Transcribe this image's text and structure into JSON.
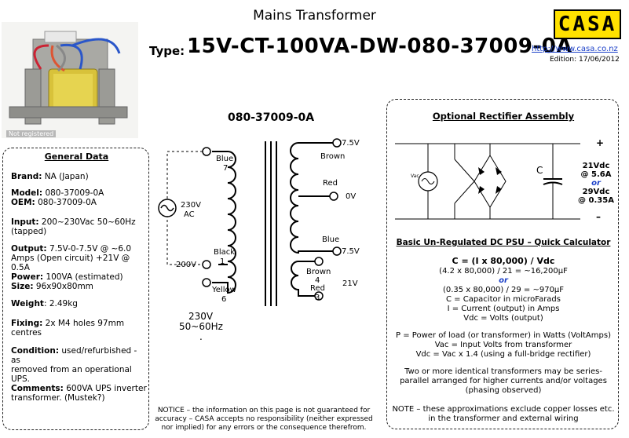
{
  "page": {
    "title": "Mains Transformer",
    "type_label": "Type:",
    "type_value": "15V-CT-100VA-DW-080-37009-0A",
    "logo_text": "CASA",
    "url": "http://www.casa.co.nz",
    "edition": "Edition: 17/06/2012",
    "not_registered": "Not registered"
  },
  "general": {
    "title": "General Data",
    "brand_k": "Brand:",
    "brand_v": " NA (Japan)",
    "model_k": "Model:",
    "model_v": " 080-37009-0A",
    "oem_k": "OEM:",
    "oem_v": " 080-37009-0A",
    "input_k": "Input:",
    "input_v": " 200~230Vac 50~60Hz",
    "input_v2": "(tapped)",
    "output_k": "Output:",
    "output_v": " 7.5V-0-7.5V @ ~6.0",
    "output_v2": "Amps (Open circuit) +21V @ 0.5A",
    "power_k": "Power:",
    "power_v": " 100VA (estimated)",
    "size_k": "Size:",
    "size_v": " 96x90x80mm",
    "weight_k": "Weight",
    "weight_v": ": 2.49kg",
    "fixing_k": "Fixing:",
    "fixing_v": " 2x M4 holes 97mm",
    "fixing_v2": "centres",
    "cond_k": "Condition:",
    "cond_v": " used/refurbished - as",
    "cond_v2": "removed from an operational",
    "cond_v3": "UPS.",
    "comm_k": "Comments:",
    "comm_v": " 600VA UPS inverter",
    "comm_v2": "transformer. (Mustek?)"
  },
  "diagram": {
    "title": "080-37009-0A",
    "blue7": "Blue",
    "n7": "7",
    "v230ac_1": "230V",
    "v230ac_2": "AC",
    "black1": "Black",
    "n1": "1",
    "v200": "200V",
    "yellow6": "Yellow",
    "n6": "6",
    "bottom_v": "230V",
    "bottom_hz": "50~60Hz",
    "dot": ".",
    "s_75a": "7.5V",
    "brown": "Brown",
    "red": "Red",
    "s_0v": "0V",
    "blue": "Blue",
    "s_75b": "7.5V",
    "brown4": "Brown",
    "n4": "4",
    "red3": "Red",
    "n3": "3",
    "v21": "21V"
  },
  "rectifier": {
    "title": "Optional Rectifier Assembly",
    "plus": "+",
    "minus": "–",
    "vac": "Vac",
    "c": "C",
    "v1": "21Vdc",
    "a1": "@ 5.6A",
    "or": "or",
    "v2": "29Vdc",
    "a2": "@ 0.35A",
    "calc_title": "Basic Un-Regulated DC PSU – Quick Calculator",
    "f1": "C = (I x 80,000) / Vdc",
    "f2": "(4.2 x 80,000) / 21 = ~16,200µF",
    "f3": "(0.35 x 80,000) / 29 = ~970µF",
    "f4": "C = Capacitor in microFarads",
    "f5": "I = Current (output) in Amps",
    "f6": "Vdc = Volts (output)",
    "p1": "P = Power of load (or transformer) in Watts (VoltAmps)",
    "p2": "Vac = Input Volts from transformer",
    "p3": "Vdc = Vac x 1.4 (using a full-bridge rectifier)",
    "s1": "Two or more identical transformers may be series-",
    "s2": "parallel arranged for higher currents and/or voltages",
    "s3": "(phasing observed)",
    "n1": "NOTE – these approximations exclude copper losses etc.",
    "n2": "in the transformer and external wiring"
  },
  "notice": {
    "l1": "NOTICE – the information on this page is not guaranteed for",
    "l2": "accuracy – CASA accepts no responsibility (neither expressed",
    "l3": "nor implied) for any errors or the consequence therefrom."
  }
}
